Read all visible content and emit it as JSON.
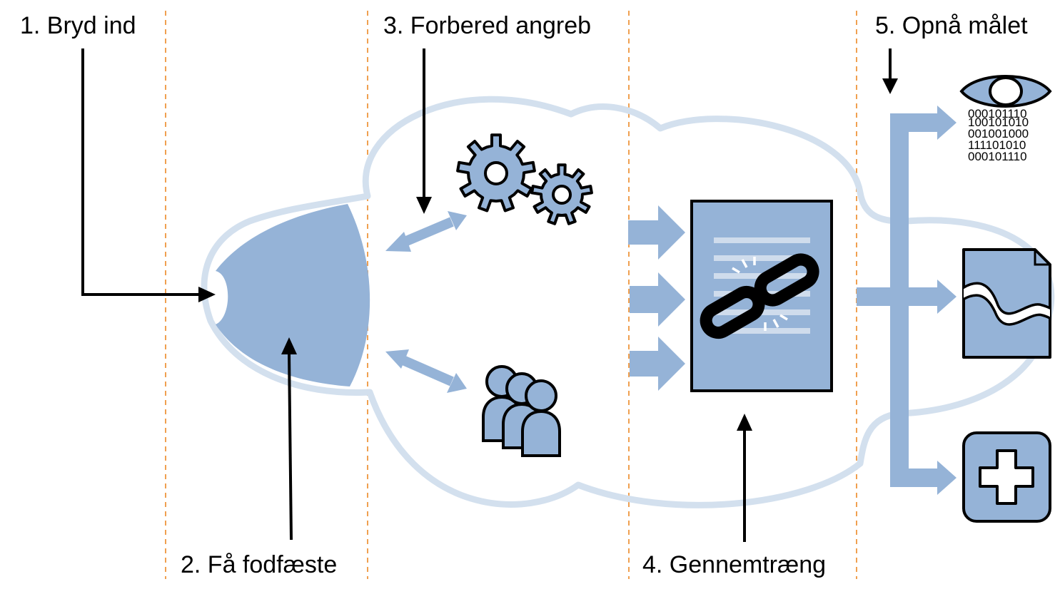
{
  "stages": [
    {
      "label": "1. Bryd ind"
    },
    {
      "label": "2. Få fodfæste"
    },
    {
      "label": "3. Forbered angreb"
    },
    {
      "label": "4. Gennemtræng"
    },
    {
      "label": "5. Opnå målet"
    }
  ],
  "binary_lines": [
    "000101110",
    "100101010",
    "001001000",
    "111101010",
    "000101110"
  ],
  "colors": {
    "fill": "#95b3d7",
    "cloud_outline": "#d3e0ee",
    "divider": "#f0a050",
    "stroke": "#000000"
  },
  "icons": [
    "gears-icon",
    "people-icon",
    "broken-link-icon",
    "eye-data-icon",
    "document-icon",
    "medical-cross-icon"
  ]
}
